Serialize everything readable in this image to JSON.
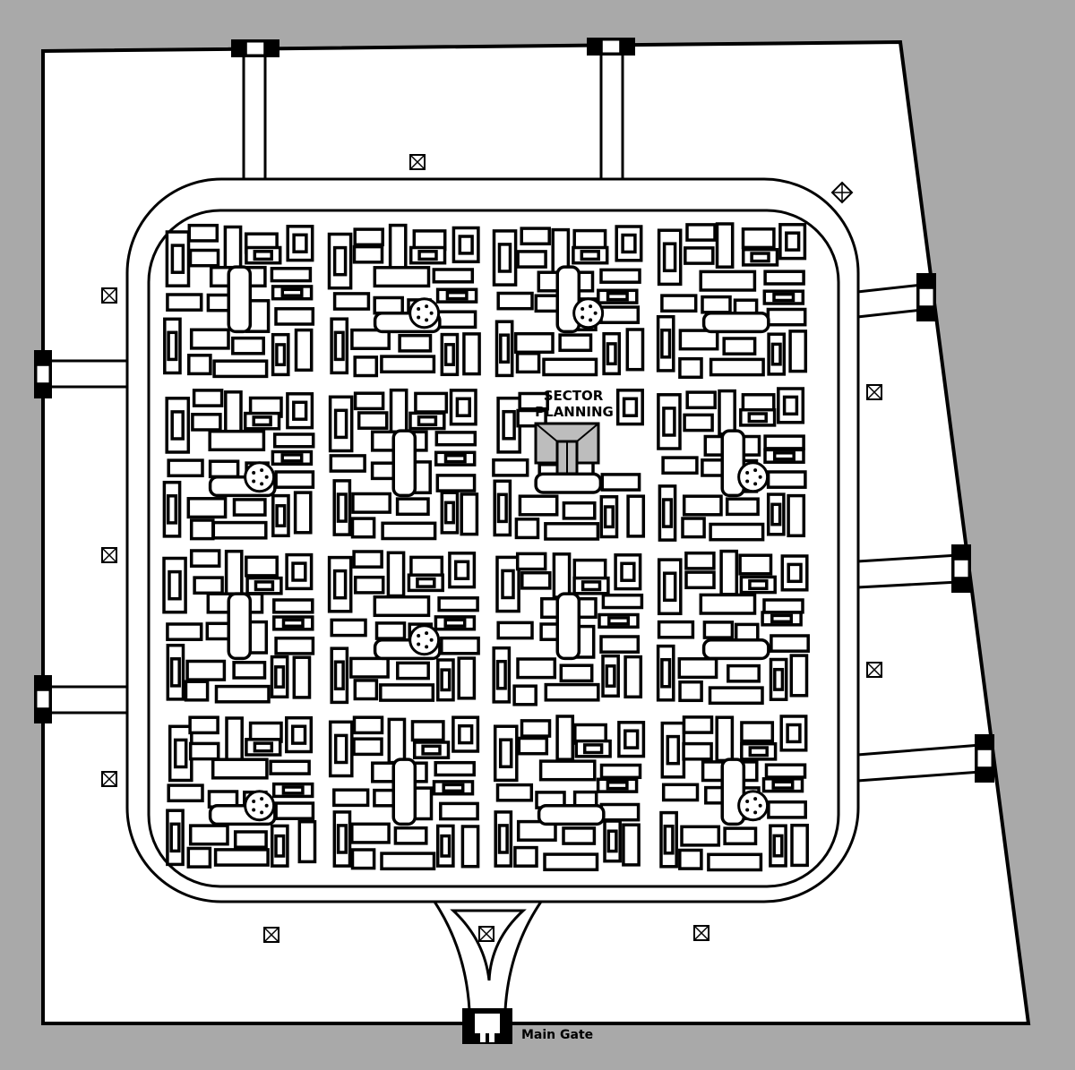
{
  "map": {
    "labels": {
      "sector_planning_line1": "SECTOR",
      "sector_planning_line2": "PLANNING",
      "main_gate": "Main Gate"
    },
    "colors": {
      "background": "#a9a9a9",
      "ground": "#ffffff",
      "ink": "#000000",
      "hatch": "#bdbdbd"
    },
    "icons": {
      "tower_marker": "x-in-square",
      "special_marker": "diamond-cross"
    },
    "districts": {
      "rows": 4,
      "cols": 4,
      "sector_planning_cell": [
        1,
        2
      ],
      "fountain_cells": [
        [
          0,
          1
        ],
        [
          0,
          2
        ],
        [
          1,
          0
        ],
        [
          1,
          3
        ],
        [
          2,
          1
        ],
        [
          3,
          0
        ],
        [
          3,
          3
        ]
      ]
    }
  }
}
